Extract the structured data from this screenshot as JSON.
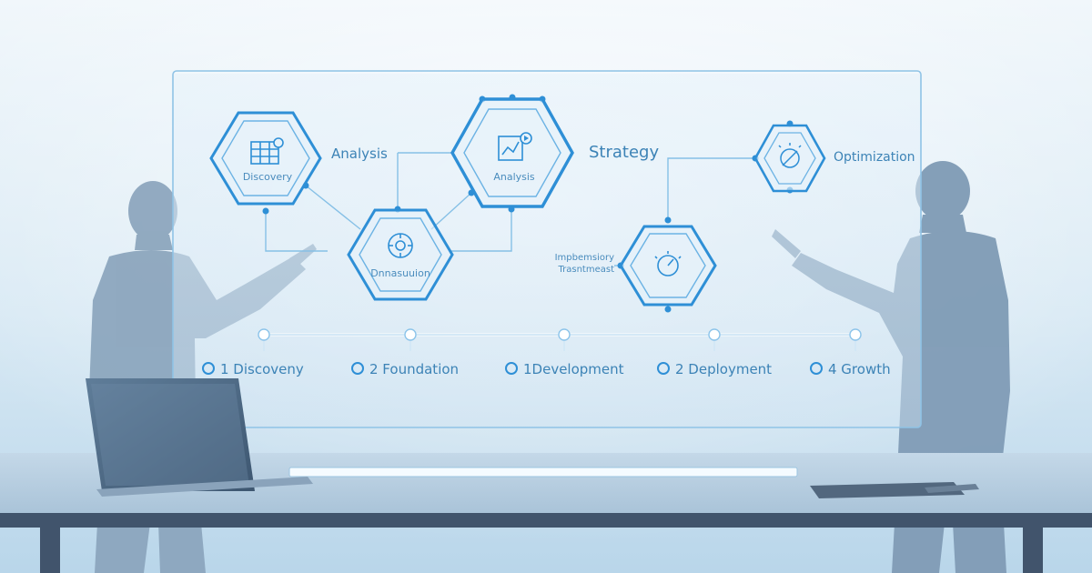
{
  "hex_inner_labels": {
    "discovery": "Discovery",
    "analysis": "Analysis",
    "foundation": "Dnnasuuion"
  },
  "side_labels": {
    "analysis": "Analysis",
    "strategy": "Strategy",
    "optimization": "Optimization",
    "implementation_line1": "Impbemsiory",
    "implementation_line2": "Trasntmeast"
  },
  "timeline": {
    "steps": [
      {
        "label": "1 Discoveny"
      },
      {
        "label": "2 Foundation"
      },
      {
        "label": "1Development"
      },
      {
        "label": "2 Deployment"
      },
      {
        "label": "4 Growth"
      }
    ]
  },
  "colors": {
    "accent": "#2e8fd6",
    "text": "#3c83b6",
    "silhouette": "#7f9bb5",
    "background_top": "#eef5fa",
    "background_bottom": "#bcd8ec",
    "table": "#41546c"
  }
}
